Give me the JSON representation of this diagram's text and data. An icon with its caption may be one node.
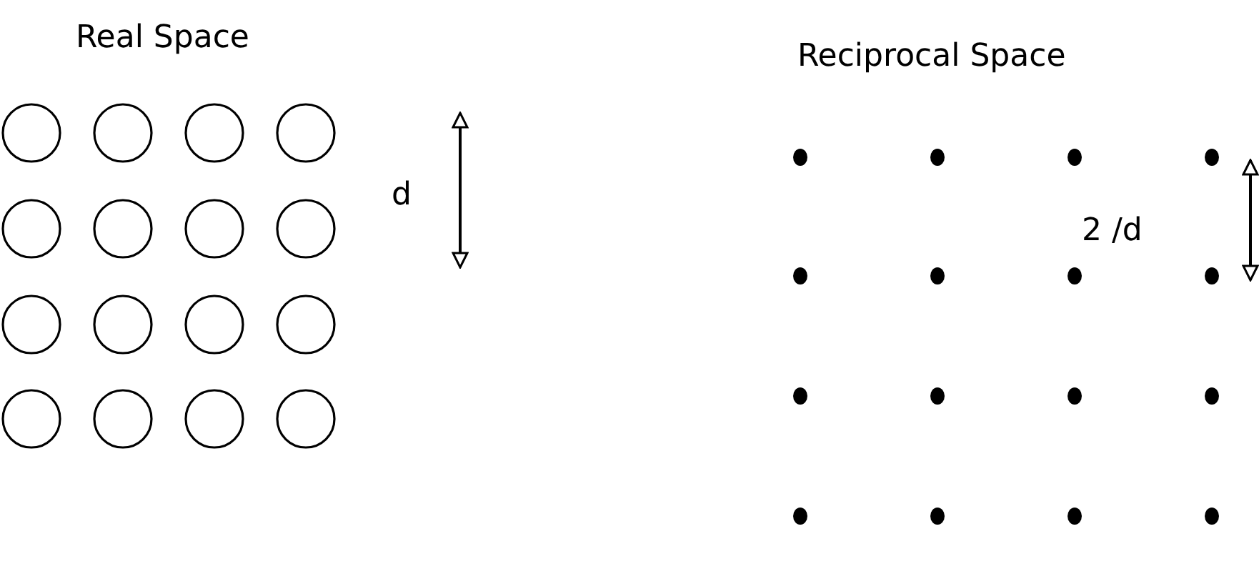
{
  "diagram": {
    "labels": [
      "Real Space",
      "Reciprocal Space",
      "d",
      "2 /d"
    ]
  }
}
